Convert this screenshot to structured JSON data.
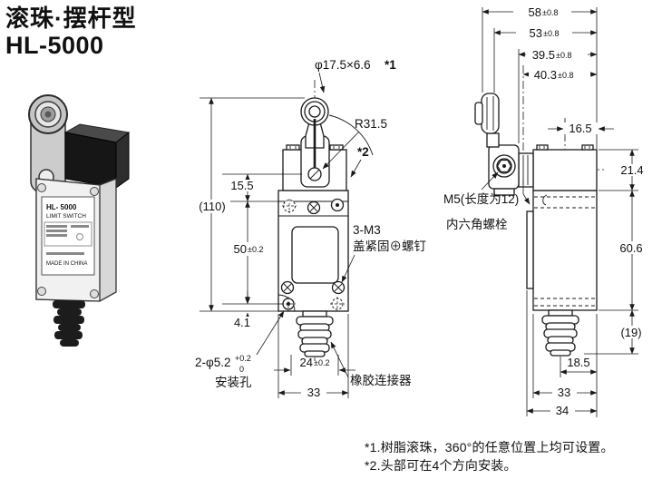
{
  "title": {
    "line1": "滚珠·摆杆型",
    "line2": "HL-5000"
  },
  "photo": {
    "label_model": "HL- 5000",
    "label_type": "LIMIT SWITCH",
    "label_origin": "MADE IN CHINA"
  },
  "front": {
    "roller_dim": "φ17.5×6.6",
    "roller_note": "*1",
    "radius": "R31.5",
    "head_note": "*2",
    "overall": "(110)",
    "d15_5": "15.5",
    "d50": "50",
    "d50_tol": "±0.2",
    "d4_1": "4.1",
    "d24": "24",
    "d24_tol": "±0.2",
    "d33": "33",
    "hole_dim": "2-φ5.2",
    "hole_sup": "+0.2",
    "hole_sub": "0",
    "hole_label": "安装孔",
    "screw1": "3-M3",
    "screw2": "盖紧固⊕螺钉",
    "connector": "橡胶连接器"
  },
  "side": {
    "d58": "58",
    "d58_tol": "±0.8",
    "d53": "53",
    "d53_tol": "±0.8",
    "d39_5": "39.5",
    "d39_5_tol": "±0.8",
    "d40_3": "40.3",
    "d40_3_tol": "±0.8",
    "d16_5": "16.5",
    "d21_4": "21.4",
    "d60_6": "60.6",
    "d19": "(19)",
    "d18_5": "18.5",
    "d33": "33",
    "d34": "34",
    "bolt1": "M5(长度为12)",
    "bolt2": "内六角螺栓"
  },
  "notes": {
    "n1": "*1.树脂滚珠，360°的任意位置上均可设置。",
    "n2": "*2.头部可在4个方向安装。"
  }
}
